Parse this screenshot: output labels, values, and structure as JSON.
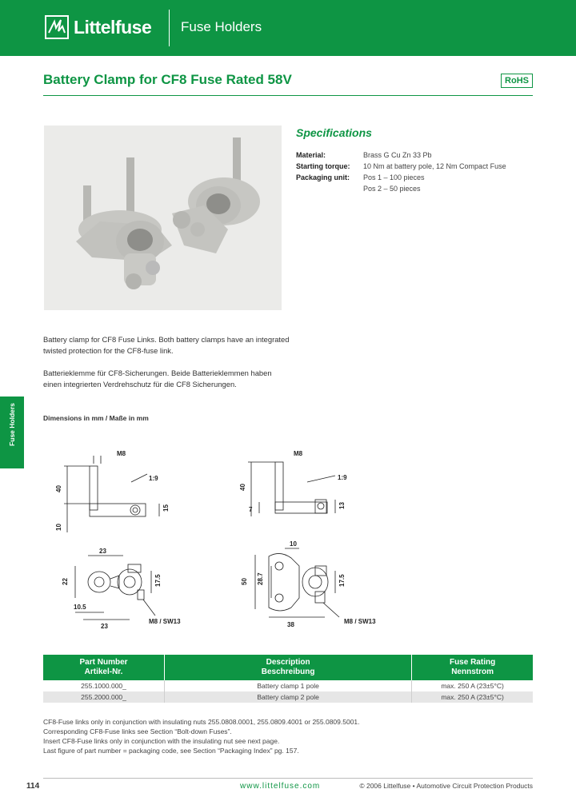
{
  "header": {
    "brand": "Littelfuse",
    "section": "Fuse Holders",
    "brand_color": "#0e9544"
  },
  "product": {
    "title": "Battery Clamp for CF8 Fuse Rated 58V",
    "badge": "RoHS"
  },
  "specifications": {
    "heading": "Specifications",
    "rows": [
      {
        "label": "Material:",
        "value": "Brass G Cu Zn 33 Pb"
      },
      {
        "label": "Starting torque:",
        "value": "10 Nm at battery pole, 12 Nm Compact Fuse"
      },
      {
        "label": "Packaging unit:",
        "value": "Pos 1 – 100 pieces"
      },
      {
        "label": "",
        "value": "Pos 2 – 50 pieces"
      }
    ]
  },
  "description": {
    "english": "Battery clamp for CF8 Fuse Links. Both battery clamps have an integrated twisted protection for the CF8-fuse link.",
    "german": "Batterieklemme für CF8-Sicherungen. Beide Batterieklemmen haben einen integrierten Verdrehschutz für die CF8 Sicherungen."
  },
  "side_tab": "Fuse Holders",
  "dimensions": {
    "heading": "Dimensions in mm / Maße in mm",
    "labels": {
      "m8": "M8",
      "angle": "1:9",
      "d40": "40",
      "d15": "15",
      "d10": "10",
      "d7": "7",
      "d13": "13",
      "d23": "23",
      "d22": "22",
      "d17_5": "17.5",
      "d10_5": "10.5",
      "d50": "50",
      "d28_7": "28.7",
      "d38": "38",
      "thread": "M8 / SW13"
    }
  },
  "parts_table": {
    "headers": [
      {
        "line1": "Part Number",
        "line2": "Artikel-Nr."
      },
      {
        "line1": "Description",
        "line2": "Beschreibung"
      },
      {
        "line1": "Fuse Rating",
        "line2": "Nennstrom"
      }
    ],
    "rows": [
      {
        "part": "255.1000.000_",
        "desc": "Battery clamp 1 pole",
        "rating": "max. 250 A (23±5°C)"
      },
      {
        "part": "255.2000.000_",
        "desc": "Battery clamp 2 pole",
        "rating": "max. 250 A (23±5°C)"
      }
    ]
  },
  "notes": [
    "CF8-Fuse links only in conjunction with insulating nuts 255.0808.0001, 255.0809.4001 or 255.0809.5001.",
    "Corresponding CF8-Fuse links see Section “Bolt-down Fuses”.",
    "Insert CF8-Fuse links only in conjunction with the insulating nut see next page.",
    "Last figure of part number = packaging code, see Section “Packaging Index” pg. 157."
  ],
  "footer": {
    "page": "114",
    "website": "www.littelfuse.com",
    "copyright": "© 2006 Littelfuse • Automotive Circuit Protection Products"
  }
}
